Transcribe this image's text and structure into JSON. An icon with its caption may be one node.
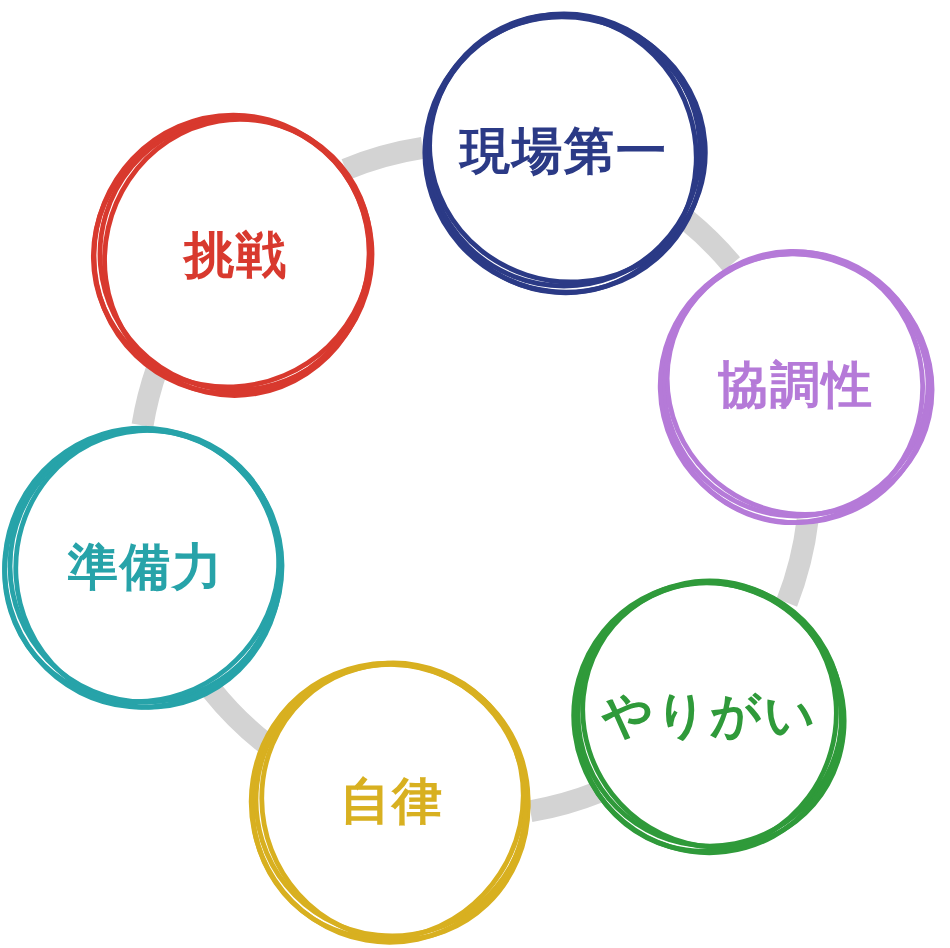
{
  "diagram": {
    "nodes": [
      {
        "text": [
          "現場第一"
        ]
      },
      {
        "text": [
          "協調性"
        ]
      },
      {
        "text": [
          "やりがい"
        ]
      },
      {
        "text": [
          "自律"
        ]
      },
      {
        "text": [
          "準備力"
        ]
      },
      {
        "text": [
          "挑戦"
        ]
      }
    ],
    "edges": [
      {
        "from": 0,
        "to": 1,
        "arrow": "none"
      },
      {
        "from": 1,
        "to": 2,
        "arrow": "none"
      },
      {
        "from": 2,
        "to": 3,
        "arrow": "none"
      },
      {
        "from": 3,
        "to": 4,
        "arrow": "none"
      },
      {
        "from": 4,
        "to": 5,
        "arrow": "none"
      },
      {
        "from": 5,
        "to": 0,
        "arrow": "none"
      }
    ]
  }
}
